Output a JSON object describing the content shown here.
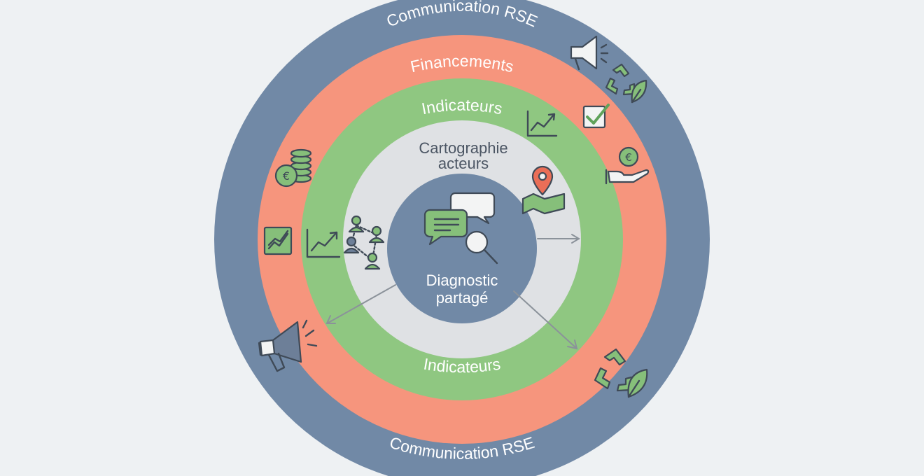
{
  "rings": {
    "outer": {
      "label_top": "Communication RSE",
      "label_bottom": "Communication RSE",
      "color": "#7189a6"
    },
    "second": {
      "label_top": "Financements",
      "color": "#f6957d"
    },
    "third": {
      "label_top": "Indicateurs",
      "label_bottom": "Indicateurs",
      "color": "#8fc781"
    },
    "fourth": {
      "label_line1": "Cartographie",
      "label_line2": "acteurs",
      "color": "#dfe1e4"
    },
    "center": {
      "label_line1": "Diagnostic",
      "label_line2": "partagé",
      "color": "#7189a6"
    }
  },
  "icons": [
    "megaphone-icon",
    "recycle-leaf-icon",
    "checkbox-icon",
    "line-chart-icon",
    "euro-hand-icon",
    "coins-euro-icon",
    "chart-board-icon",
    "network-people-icon",
    "map-pin-icon",
    "speech-bubbles-icon",
    "magnifier-icon"
  ]
}
